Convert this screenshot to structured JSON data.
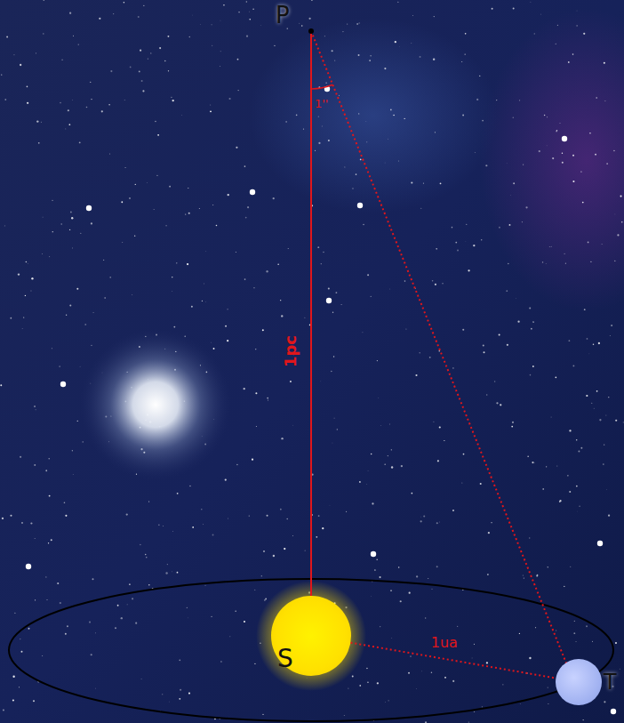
{
  "diagram": {
    "nodes": [
      {
        "text": [
          "S"
        ]
      },
      {
        "text": [
          "T"
        ]
      }
    ],
    "edges": [
      {
        "from": 0,
        "to": 1,
        "arrow": "none",
        "label": "1ua"
      }
    ],
    "labels": [
      "P",
      "1''",
      "1pc"
    ]
  }
}
